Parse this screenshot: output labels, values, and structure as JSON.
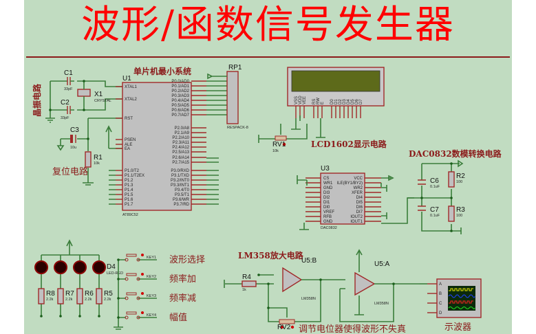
{
  "title": "波形/函数信号发生器",
  "sections": {
    "mcu": "单片机最小系统",
    "crystal": "晶振电路",
    "reset": "复位电路",
    "lcd": "LCD1602显示电路",
    "dac": "DAC0832数模转换电路",
    "amp": "LM358放大电路",
    "pot_note": "调节电位器使得波形不失真",
    "scope": "示波器"
  },
  "keys": [
    {
      "ref": "KEY1",
      "label": "波形选择"
    },
    {
      "ref": "KEY2",
      "label": "频率加"
    },
    {
      "ref": "KEY3",
      "label": "频率减"
    },
    {
      "ref": "KEY4",
      "label": "幅值"
    }
  ],
  "components": {
    "c1": {
      "ref": "C1",
      "value": "33pF"
    },
    "c2": {
      "ref": "C2",
      "value": "33pF"
    },
    "c3": {
      "ref": "C3",
      "value": "10u"
    },
    "x1": {
      "ref": "X1",
      "value": "CRYSTAL"
    },
    "r1": {
      "ref": "R1",
      "value": "10k"
    },
    "u1": {
      "ref": "U1",
      "part": "AT89C52"
    },
    "rp1": {
      "ref": "RP1",
      "part": "RESPACK-8"
    },
    "rv1": {
      "ref": "RV1",
      "value": "10k"
    },
    "u3": {
      "ref": "U3",
      "part": "DAC0832"
    },
    "c6": {
      "ref": "C6",
      "value": "0.1uF"
    },
    "c7": {
      "ref": "C7",
      "value": "0.1uF"
    },
    "r2": {
      "ref": "R2",
      "value": "100"
    },
    "r3": {
      "ref": "R3",
      "value": "100"
    },
    "r4": {
      "ref": "R4",
      "value": "1k"
    },
    "rv2": {
      "ref": "RV2"
    },
    "u5b": {
      "ref": "U5:B",
      "part": "LM358N"
    },
    "u5a": {
      "ref": "U5:A",
      "part": "LM358N"
    },
    "d4": {
      "ref": "D4",
      "part": "LED-RED"
    },
    "r5": {
      "ref": "R5",
      "value": "2.2k"
    },
    "r6": {
      "ref": "R6",
      "value": "2.2k"
    },
    "r7": {
      "ref": "R7",
      "value": "2.2k"
    },
    "r8": {
      "ref": "R8",
      "value": "2.2k"
    }
  },
  "u1_left_pins": [
    "XTAL1",
    "XTAL2",
    "RST",
    "PSEN",
    "ALE",
    "EA",
    "P1.0/T2",
    "P1.1/T2EX",
    "P1.2",
    "P1.3",
    "P1.4",
    "P1.5",
    "P1.6",
    "P1.7"
  ],
  "u1_right_pins": [
    "P0.0/AD0",
    "P0.1/AD1",
    "P0.2/AD2",
    "P0.3/AD3",
    "P0.4/AD4",
    "P0.5/AD5",
    "P0.6/AD6",
    "P0.7/AD7",
    "P2.0/A8",
    "P2.1/A9",
    "P2.2/A10",
    "P2.3/A11",
    "P2.4/A12",
    "P2.5/A13",
    "P2.6/A14",
    "P2.7/A15",
    "P3.0/RXD",
    "P3.1/TXD",
    "P3.2/INT0",
    "P3.3/INT1",
    "P3.4/T0",
    "P3.5/T1",
    "P3.6/WR",
    "P3.7/RD"
  ],
  "lcd_pins": [
    "VSS",
    "VDD",
    "VEE",
    "RS",
    "RW",
    "E",
    "D0",
    "D1",
    "D2",
    "D3",
    "D4",
    "D5",
    "D6",
    "D7"
  ],
  "dac_left_pins": [
    "CS",
    "WR1",
    "GND",
    "DI3",
    "DI2",
    "DI1",
    "DI0",
    "VREF",
    "RFB",
    "GND"
  ],
  "dac_right_pins": [
    "VCC",
    "ILE(BY1/BY2)",
    "WR2",
    "XFER",
    "DI4",
    "DI5",
    "DI6",
    "DI7",
    "IOUT2",
    "IOUT1"
  ],
  "scope_channels": [
    "A",
    "B",
    "C",
    "D"
  ],
  "colors": {
    "title": "#ff0000",
    "section": "#8b1a1a",
    "wire": "#3a7d3a",
    "panel": "#c1dcc1"
  }
}
